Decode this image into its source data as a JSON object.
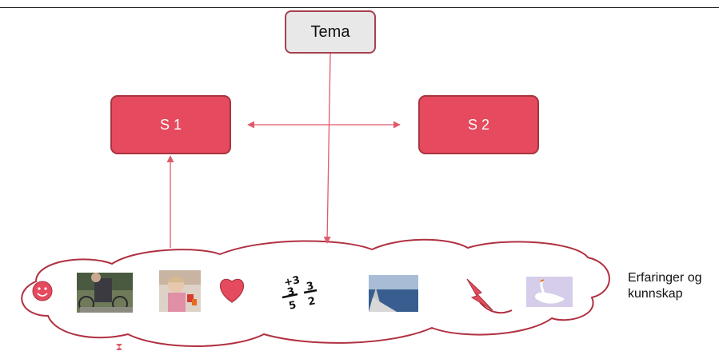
{
  "nodes": {
    "tema": "Tema",
    "s1": "S 1",
    "s2": "S 2"
  },
  "caption": {
    "line1": "Erfaringer og",
    "line2": "kunnskap"
  },
  "icons": [
    "smiley-face",
    "child-with-bicycle-photo",
    "child-playing-photo",
    "heart",
    "fractions",
    "boat-at-sea-photo",
    "lightning-bolt",
    "swan-picture"
  ],
  "colors": {
    "node_fill": "#e64a5e",
    "node_border": "#a83440",
    "tema_fill": "#e8e8e8",
    "connector": "#e05a6c",
    "cloud_border": "#b03040"
  }
}
